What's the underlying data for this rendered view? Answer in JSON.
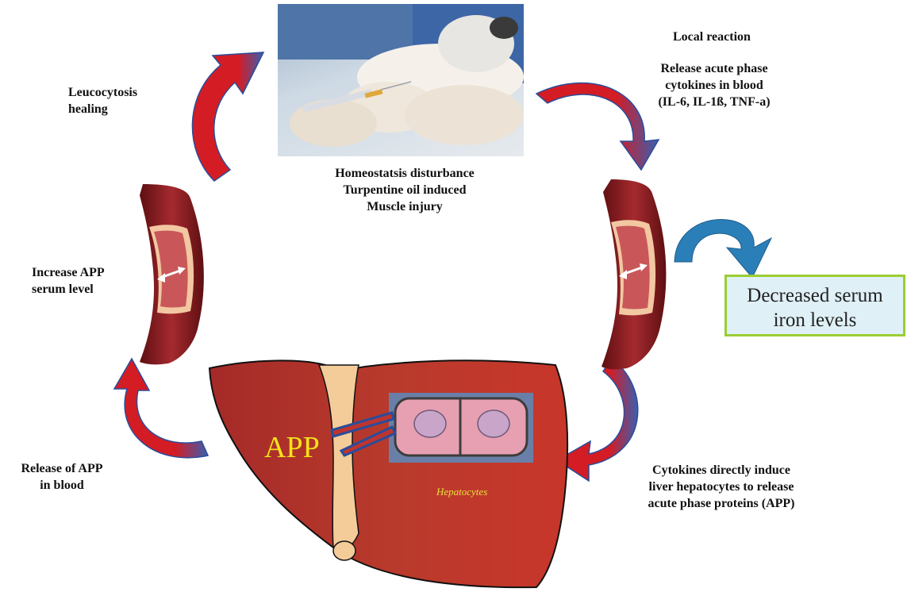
{
  "labels": {
    "local_reaction": "Local reaction",
    "release_cytokines": [
      "Release acute phase",
      "cytokines in blood",
      "(IL-6, IL-1ß, TNF-a)"
    ],
    "leucocytosis": [
      "Leucocytosis",
      "healing"
    ],
    "homeostasis": [
      "Homeostatsis disturbance",
      "Turpentine oil induced",
      "Muscle injury"
    ],
    "increase_app": [
      "Increase APP",
      "serum level"
    ],
    "decreased_iron": [
      "Decreased serum",
      "iron levels"
    ],
    "release_app": [
      "Release of APP",
      "in blood"
    ],
    "cytokines_induce": [
      "Cytokines directly induce",
      "liver hepatocytes to release",
      "acute phase proteins (APP)"
    ],
    "app": "APP",
    "hepatocytes": "Hepatocytes"
  },
  "colors": {
    "arrow_red": "#d41c24",
    "arrow_blue": "#3a5fb0",
    "liver": "#b8302a",
    "vessel": "#8e1d22",
    "iron_border": "#9acd32",
    "iron_fill": "#dff0f6",
    "curl_arrow": "#2b7fb8"
  }
}
